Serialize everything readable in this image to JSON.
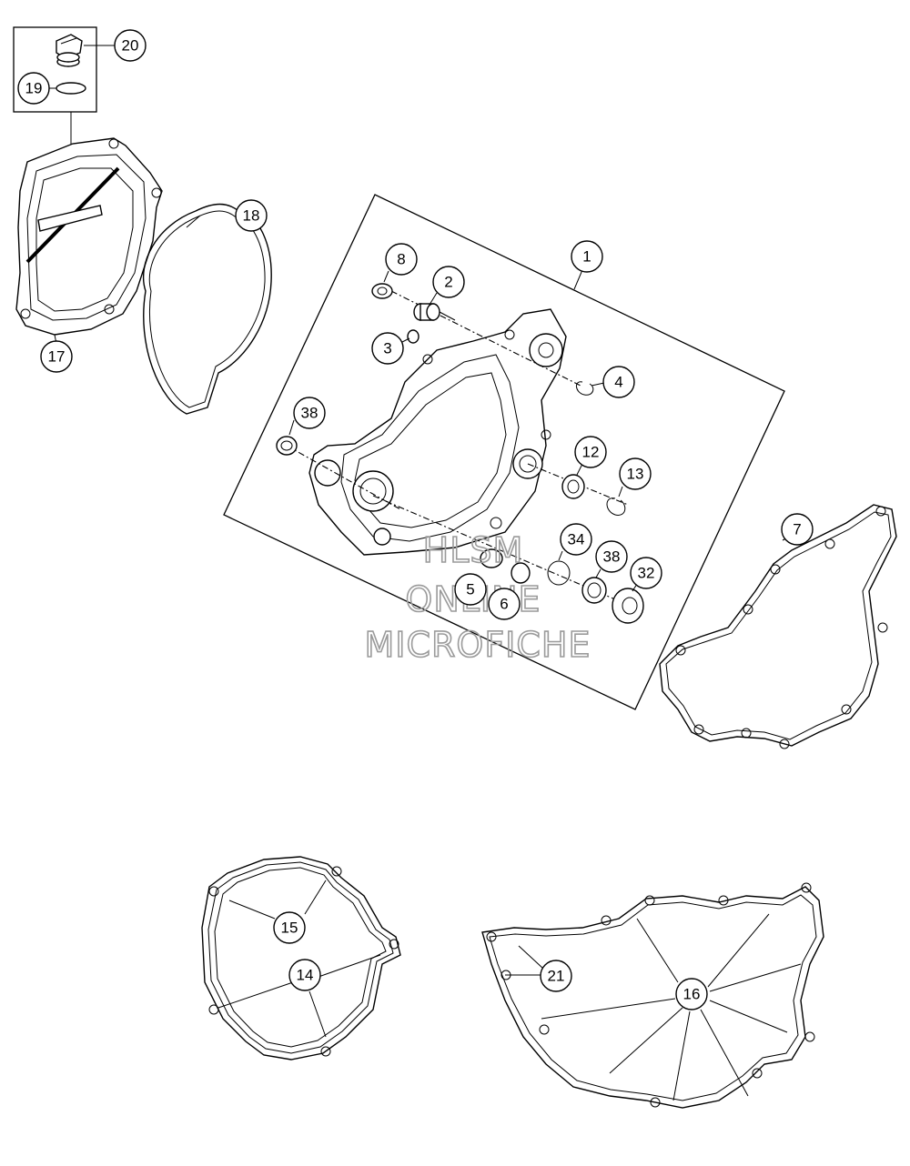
{
  "labels": {
    "l1": "1",
    "l2": "2",
    "l3": "3",
    "l4": "4",
    "l5": "5",
    "l6": "6",
    "l7": "7",
    "l8": "8",
    "l12": "12",
    "l13": "13",
    "l14": "14",
    "l15": "15",
    "l16": "16",
    "l17": "17",
    "l18": "18",
    "l19": "19",
    "l20": "20",
    "l21": "21",
    "l32": "32",
    "l34": "34",
    "l38a": "38",
    "l38b": "38"
  },
  "watermark": {
    "line1": "HLSM",
    "line2": "ONLINE",
    "line3": "MICROFICHE"
  }
}
